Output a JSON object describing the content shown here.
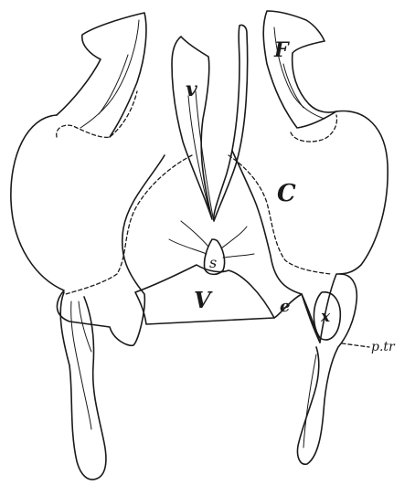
{
  "labels": {
    "F": "F",
    "v_upper": "v",
    "C": "C",
    "s": "s",
    "V_lower": "V",
    "e": "e",
    "x": "x",
    "ptr": "p.tr"
  },
  "colors": {
    "ink": "#1a1a1a",
    "paper": "#ffffff"
  }
}
